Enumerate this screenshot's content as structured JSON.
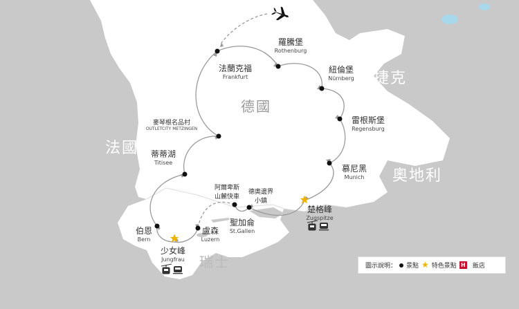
{
  "countries": {
    "germany": "德國",
    "czech": "捷克",
    "france": "法國",
    "austria": "奧地利",
    "switzerland": "瑞士"
  },
  "places": {
    "frankfurt": {
      "zh": "法蘭克福",
      "en": "Frankfurt"
    },
    "rothenburg": {
      "zh": "羅騰堡",
      "en": "Rothenburg"
    },
    "nurnberg": {
      "zh": "紐倫堡",
      "en": "Nürnberg"
    },
    "regensburg": {
      "zh": "雷根斯堡",
      "en": "Regensburg"
    },
    "munich": {
      "zh": "慕尼黑",
      "en": "Munich"
    },
    "zugspitze": {
      "zh": "楚格峰",
      "en": "Zugspitze"
    },
    "border_town": {
      "zh1": "德奧邊界",
      "zh2": "小鎮"
    },
    "stgallen": {
      "zh": "聖加侖",
      "en": "St.Gallen"
    },
    "appenzell": {
      "zh1": "阿爾卑斯",
      "zh2": "山麓快車"
    },
    "luzern": {
      "zh": "盧森",
      "en": "Luzern"
    },
    "jungfrau": {
      "zh": "少女峰",
      "en": "Jungfrau"
    },
    "bern": {
      "zh": "伯恩",
      "en": "Bern"
    },
    "titisee": {
      "zh": "蒂蒂湖",
      "en": "Titisee"
    },
    "metzingen": {
      "zh": "麥琴根名品村",
      "en": "OUTLETCITY METZINGEN"
    }
  },
  "legend": {
    "title": "圖示說明：",
    "spot": "景點",
    "feature_spot": "特色景點",
    "hotel_badge": "H",
    "hotel": "飯店"
  },
  "colors": {
    "land_outside": "#c9c9c9",
    "land_route": "#ffffff",
    "water": "#a8d8ec",
    "route": "#9a9a9a",
    "spot": "#111111",
    "feature_star": "#f0b400",
    "hotel_badge": "#c8102e"
  },
  "icons": [
    "airplane-icon",
    "spot-dot-icon",
    "feature-star-icon",
    "cable-car-icon",
    "train-icon",
    "hotel-icon"
  ]
}
